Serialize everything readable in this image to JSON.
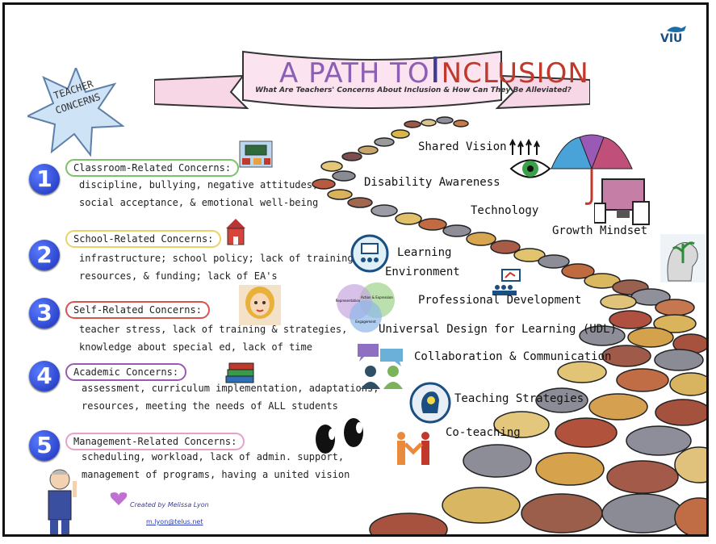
{
  "title": {
    "prefix": "A PATH TO",
    "big_letter": "I",
    "rest": "NCLUSION",
    "subtitle": "What Are Teachers' Concerns About Inclusion & How Can They Be Alleviated?"
  },
  "logo": {
    "text": "VIU",
    "icon": "whale-icon"
  },
  "star_badge": {
    "line1": "TEACHER",
    "line2": "CONCERNS"
  },
  "concerns": [
    {
      "number": "1",
      "title": "Classroom-Related Concerns:",
      "lines": [
        "discipline, bullying, negative attitudes,",
        "social acceptance, & emotional well-being"
      ],
      "border": "#7ac36a"
    },
    {
      "number": "2",
      "title": "School-Related Concerns:",
      "lines": [
        "infrastructure; school policy; lack of training,",
        "resources, & funding; lack of EA's"
      ],
      "border": "#e8d36a"
    },
    {
      "number": "3",
      "title": "Self-Related Concerns:",
      "lines": [
        "teacher stress, lack of training & strategies,",
        "knowledge about special ed, lack of time"
      ],
      "border": "#d9534f"
    },
    {
      "number": "4",
      "title": "Academic Concerns:",
      "lines": [
        "assessment, curriculum implementation, adaptations,",
        "resources, meeting the needs of ALL students"
      ],
      "border": "#9b59b6"
    },
    {
      "number": "5",
      "title": "Management-Related Concerns:",
      "lines": [
        "scheduling, workload, lack of admin. support,",
        "management of programs, having a united vision"
      ],
      "border": "#e8a0c8"
    }
  ],
  "path_steps": [
    "Shared Vision",
    "Disability Awareness",
    "Technology",
    "Growth Mindset",
    "Learning",
    "Environment",
    "Professional Development",
    "Universal Design for Learning (UDL)",
    "Collaboration & Communication",
    "Teaching Strategies",
    "Co-teaching"
  ],
  "diagram_labels": {
    "top": "Action & Expression",
    "left": "Representation",
    "bottom": "Engagement"
  },
  "credit": {
    "created_by": "Created by Melissa Lyon",
    "email": "m.lyon@telus.net"
  },
  "colors": {
    "title_purple": "#7a4fa3",
    "title_red": "#c0392b",
    "number_blue": "#1a2fb8"
  }
}
